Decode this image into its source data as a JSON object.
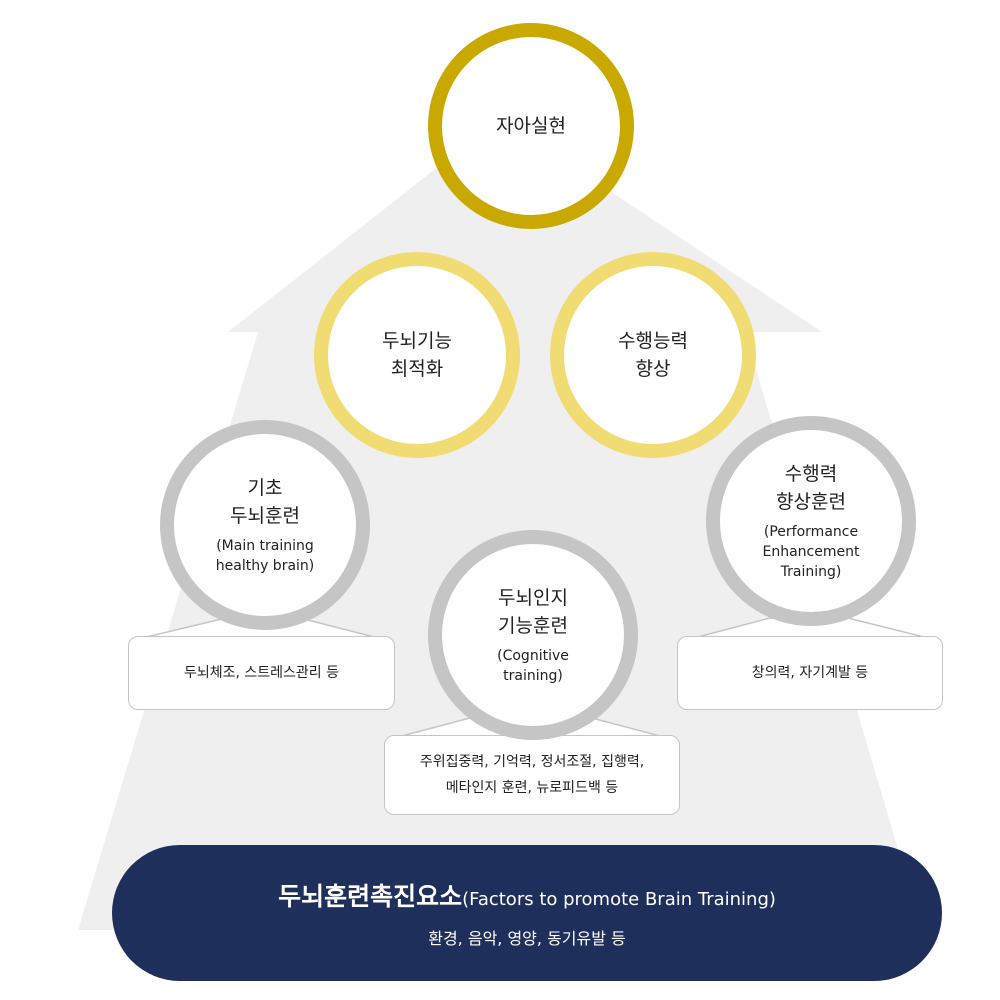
{
  "top": {
    "label": "자아실현"
  },
  "mid_left": {
    "line1": "두뇌기능",
    "line2": "최적화"
  },
  "mid_right": {
    "line1": "수행능력",
    "line2": "향상"
  },
  "left": {
    "line1": "기초",
    "line2": "두뇌훈련",
    "sub1": "(Main training",
    "sub2": "healthy brain)",
    "box": "두뇌체조, 스트레스관리 등"
  },
  "center": {
    "line1": "두뇌인지",
    "line2": "기능훈련",
    "sub1": "(Cognitive",
    "sub2": "training)",
    "box1": "주위집중력, 기억력, 정서조절, 집행력,",
    "box2": "메타인지 훈련, 뉴로피드백 등"
  },
  "right": {
    "line1": "수행력",
    "line2": "향상훈련",
    "sub1": "(Performance",
    "sub2": "Enhancement",
    "sub3": "Training)",
    "box": "창의력, 자기계발 등"
  },
  "footer": {
    "title_ko": "두뇌훈련촉진요소",
    "title_en": "(Factors to promote Brain Training)",
    "subtitle": "환경, 음악, 영양, 동기유발 등"
  },
  "colors": {
    "top_ring": "#c9a800",
    "gold_ring": "#f0dc73",
    "gray_ring": "#c5c5c5",
    "footer_bg": "#1f2f5c",
    "arrow_bg": "#efefef"
  }
}
